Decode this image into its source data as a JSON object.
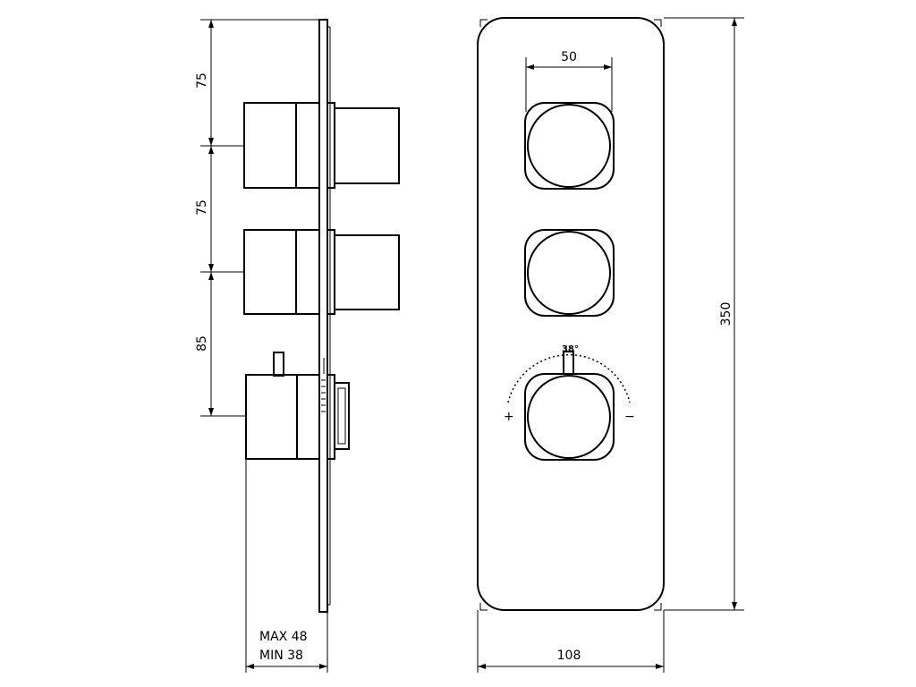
{
  "side_view": {
    "dimensions": {
      "gap_top": "75",
      "gap_middle": "75",
      "gap_bottom": "85"
    },
    "depth_max": "MAX 48",
    "depth_min": "MIN 38"
  },
  "front_view": {
    "knob_width": "50",
    "plate_height": "350",
    "plate_width": "108",
    "rotation_angle": "38°",
    "plus_symbol": "+",
    "minus_symbol": "−"
  }
}
